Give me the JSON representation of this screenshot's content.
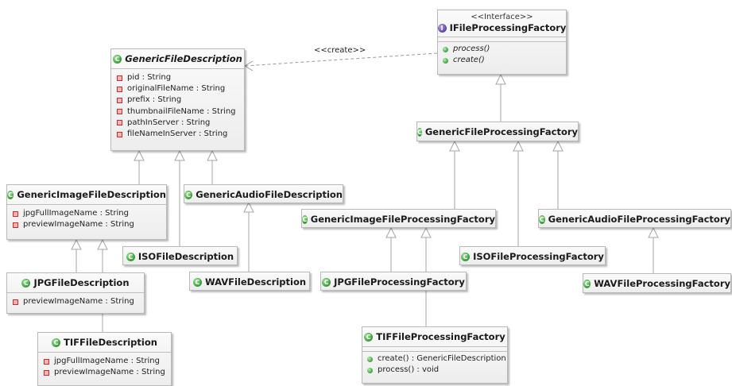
{
  "dependency_label": "<<create>>",
  "classes": {
    "ifactory": {
      "stereotype": "<<Interface>>",
      "name": "IFileProcessingFactory",
      "methods": [
        "process()",
        "create()"
      ]
    },
    "gfd": {
      "name": "GenericFileDescription",
      "fields": [
        "pid : String",
        "originalFileName : String",
        "prefix : String",
        "thumbnailFileName : String",
        "pathInServer : String",
        "fileNameInServer : String"
      ]
    },
    "gifd": {
      "name": "GenericImageFileDescription",
      "fields": [
        "jpgFullImageName : String",
        "previewImageName : String"
      ]
    },
    "gafd": {
      "name": "GenericAudioFileDescription"
    },
    "isofd": {
      "name": "ISOFileDescription"
    },
    "wavfd": {
      "name": "WAVFileDescription"
    },
    "jpgfd": {
      "name": "JPGFileDescription",
      "fields": [
        "previewImageName : String"
      ]
    },
    "tiffd": {
      "name": "TIFFileDescription",
      "fields": [
        "jpgFullImageName : String",
        "previewImageName : String"
      ]
    },
    "gfpf": {
      "name": "GenericFileProcessingFactory"
    },
    "gifpf": {
      "name": "GenericImageFileProcessingFactory"
    },
    "gafpf": {
      "name": "GenericAudioFileProcessingFactory"
    },
    "isofpf": {
      "name": "ISOFileProcessingFactory"
    },
    "wavfpf": {
      "name": "WAVFileProcessingFactory"
    },
    "jpgfpf": {
      "name": "JPGFileProcessingFactory"
    },
    "tiffpf": {
      "name": "TIFFileProcessingFactory",
      "methods": [
        "create() : GenericFileDescription",
        "process() : void"
      ]
    }
  }
}
